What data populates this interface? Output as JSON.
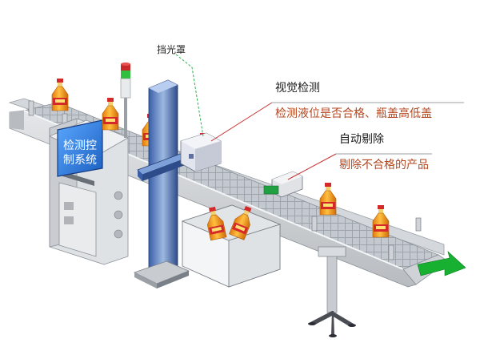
{
  "labels": {
    "shield": "挡光罩",
    "vision_title": "视觉检测",
    "vision_desc": "检测液位是否合格、瓶盖高低盖",
    "reject_title": "自动剔除",
    "reject_desc": "剔除不合格的产品",
    "control_screen": [
      "检测控",
      "制系统"
    ]
  },
  "colors": {
    "accent_red": "#b4461e",
    "screen_blue": "#2f80e0",
    "arrow_green": "#18b030",
    "bottle_oil": "#f0a020",
    "cap_red": "#d4282a",
    "frame_gray": "#c8ccd0"
  },
  "icons": [
    "tower-light-icon",
    "vision-camera-icon",
    "reject-pusher-icon",
    "flow-arrow-icon"
  ]
}
